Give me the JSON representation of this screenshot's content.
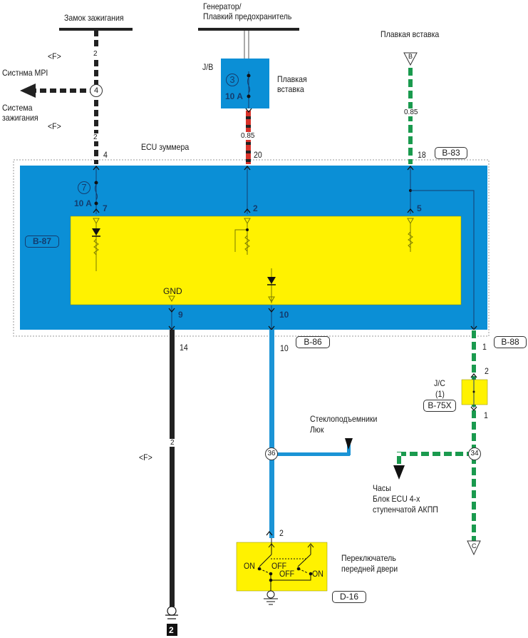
{
  "colors": {
    "ecu_blue": "#0b8fd6",
    "ecu_yellow": "#fff200",
    "wire_black": "#222222",
    "wire_red": "#d8322a",
    "wire_green": "#1a9a4e",
    "wire_blue": "#1b94d6"
  },
  "top": {
    "ignition_switch": "Замок зажигания",
    "generator_line1": "Генератор/",
    "generator_line2": "Плавкий предохранитель",
    "fusible_link_right": "Плавкая вставка",
    "terminal_b": "B"
  },
  "left_branch": {
    "f_tag_1": "<F>",
    "mpi": "Систнма MPI",
    "ignition_sys_line1": "Система",
    "ignition_sys_line2": "зажигания",
    "f_tag_2": "<F>",
    "wire_size_1": "2",
    "wire_size_2": "2",
    "junction": "4"
  },
  "jb": {
    "title": "J/B",
    "fuse_no": "3",
    "fuse_rating": "10 A",
    "label_line1": "Плавкая",
    "label_line2": "вставка",
    "wire_size": "0.85"
  },
  "right_top": {
    "wire_size": "0.85"
  },
  "ecu": {
    "title": "ECU зуммера",
    "connector_b87": "B-87",
    "connector_b83": "B-83",
    "pin_4": "4",
    "pin_20": "20",
    "pin_18": "18",
    "fuse_no": "7",
    "fuse_rating": "10 A",
    "pin_7": "7",
    "pin_2": "2",
    "pin_5": "5",
    "gnd": "GND",
    "pin_9": "9",
    "pin_10": "10"
  },
  "bottom": {
    "pin_14": "14",
    "pin_10b": "10",
    "connector_b86": "B-86",
    "pin_1_b88": "1",
    "connector_b88": "B-88",
    "wire_size_black": "2",
    "f_tag": "<F>",
    "ground_no": "2",
    "power_windows_line1": "Стеклоподъемники",
    "power_windows_line2": "Люк",
    "junction_36": "36",
    "junction_34": "34",
    "jc_title": "J/C",
    "jc_sub": "(1)",
    "connector_b75x": "B-75X",
    "jc_pin_2": "2",
    "jc_pin_1": "1",
    "clock_line1": "Часы",
    "clock_line2": "Блок ECU 4-х",
    "clock_line3": "ступенчатой АКПП",
    "terminal_c": "C",
    "switch_pin_2": "2",
    "switch_on_left": "ON",
    "switch_off_1": "OFF",
    "switch_off_2": "OFF",
    "switch_on_right": "ON",
    "switch_line1": "Переключатель",
    "switch_line2": "передней двери",
    "connector_d16": "D-16"
  }
}
